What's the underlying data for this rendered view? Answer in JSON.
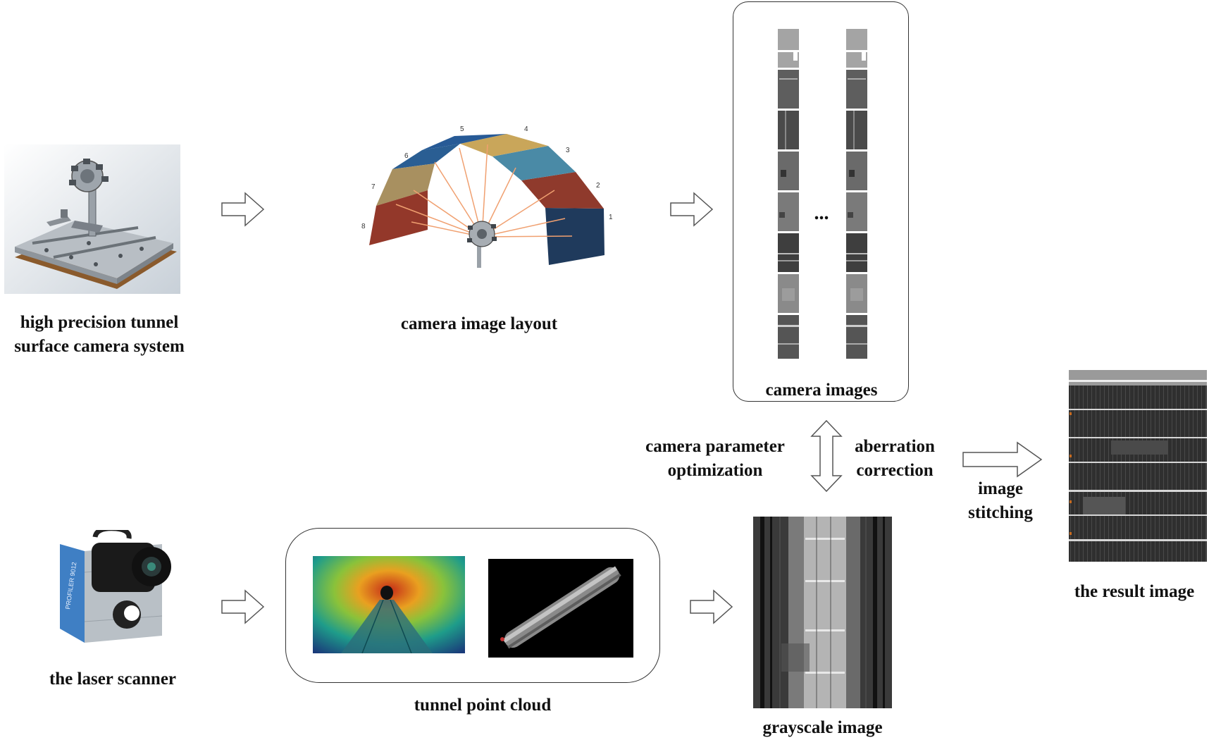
{
  "labels": {
    "camera_system_line1": "high precision tunnel",
    "camera_system_line2": "surface camera system",
    "camera_layout": "camera image layout",
    "camera_images": "camera images",
    "camera_param_line1": "camera parameter",
    "camera_param_line2": "optimization",
    "aberration_line1": "aberration",
    "aberration_line2": "correction",
    "stitching_line1": "image",
    "stitching_line2": "stitching",
    "result_image": "the result image",
    "laser_scanner": "the laser scanner",
    "point_cloud": "tunnel point cloud",
    "grayscale_image": "grayscale image",
    "ellipsis": "...",
    "scanner_brand": "PROFILER 9012"
  },
  "camera_numbers": [
    "1",
    "2",
    "3",
    "4",
    "5",
    "6",
    "7",
    "8"
  ],
  "colors": {
    "panel_navy": "#1f3a5c",
    "panel_red": "#8f3a2c",
    "panel_teal": "#4a8aa6",
    "panel_gold": "#c9a65a",
    "panel_blue": "#275a96",
    "panel_olive": "#a89060",
    "panel_darkred": "#93382a",
    "ray_orange": "#f0a070"
  }
}
